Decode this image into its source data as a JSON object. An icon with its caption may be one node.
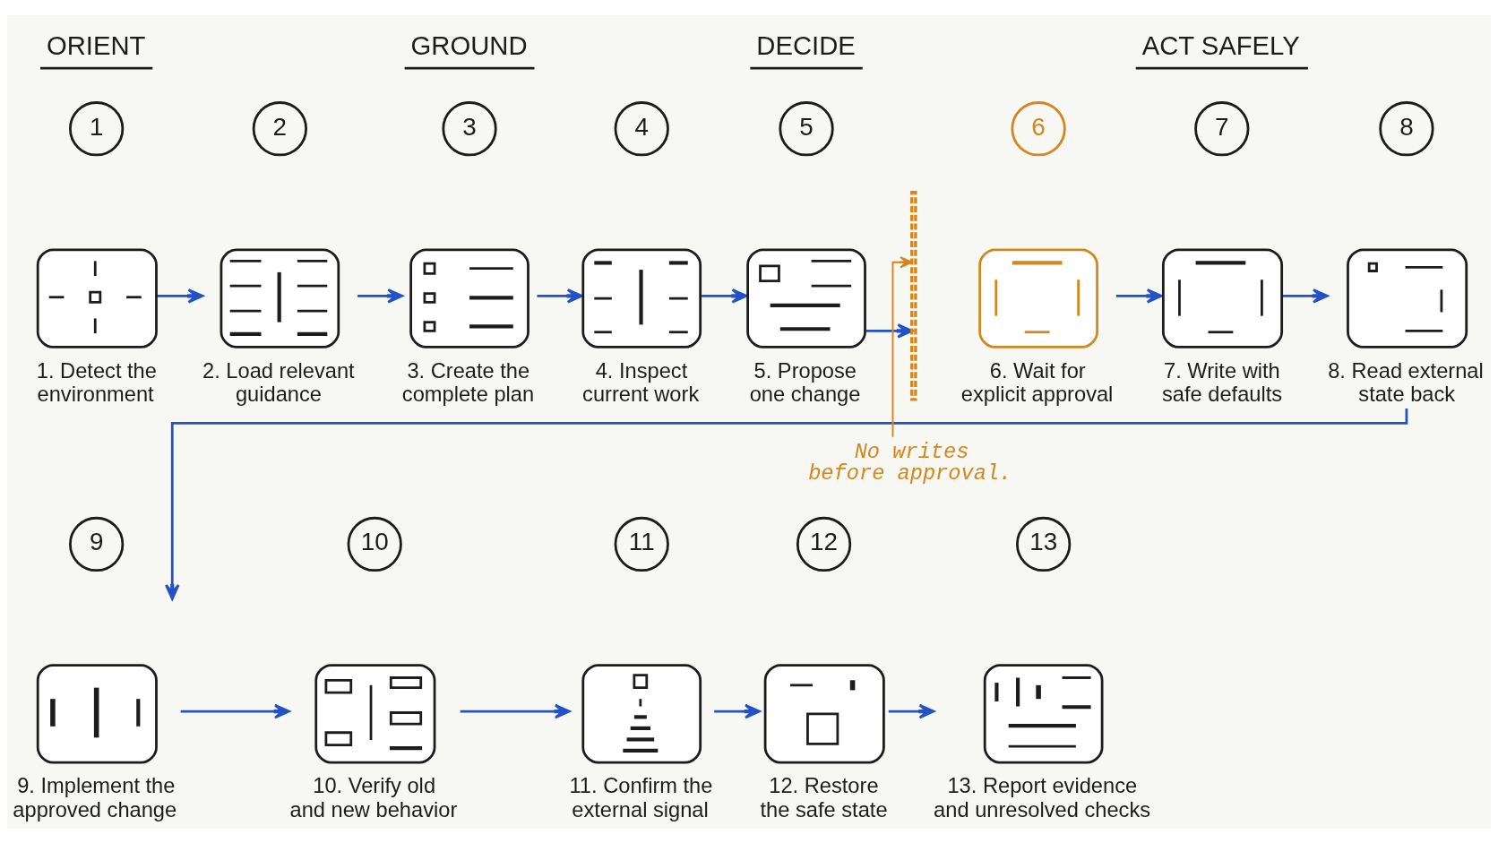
{
  "diagram": {
    "nodes": [
      {
        "text": [
          "1"
        ]
      },
      {
        "text": [],
        "shape": "picture",
        "beside": [
          "1. Detect the environment"
        ]
      },
      {
        "text": [
          "2"
        ]
      },
      {
        "text": [],
        "shape": "picture",
        "beside": [
          "2. Load relevant guidance"
        ]
      },
      {
        "text": [
          "3"
        ]
      },
      {
        "text": [],
        "shape": "picture",
        "beside": [
          "3. Create the complete plan"
        ]
      },
      {
        "text": [
          "4"
        ]
      },
      {
        "text": [],
        "shape": "picture",
        "beside": [
          "4. Inspect current work"
        ]
      },
      {
        "text": [
          "5"
        ]
      },
      {
        "text": [],
        "shape": "picture",
        "beside": [
          "5. Propose one change"
        ]
      },
      {
        "text": [],
        "shape": "bar"
      },
      {
        "text": [
          "6"
        ]
      },
      {
        "text": [],
        "shape": "picture",
        "beside": [
          "6. Wait for explicit approval"
        ]
      },
      {
        "text": [
          "7"
        ]
      },
      {
        "text": [],
        "shape": "picture",
        "beside": [
          "7. Write with safe defaults"
        ]
      },
      {
        "text": [
          "8"
        ]
      },
      {
        "text": [],
        "shape": "picture",
        "beside": [
          "8. Read external state back"
        ]
      },
      {
        "text": [
          "No writes before approval."
        ]
      },
      {
        "text": [
          "9"
        ]
      },
      {
        "text": [],
        "shape": "picture",
        "beside": [
          "9. Implement the approved change"
        ]
      },
      {
        "text": [
          "10"
        ]
      },
      {
        "text": [],
        "shape": "picture",
        "beside": [
          "10. Verify old and new behavior"
        ]
      },
      {
        "text": [
          "11"
        ]
      },
      {
        "text": [],
        "shape": "picture",
        "beside": [
          "11. Confirm the external signal"
        ]
      },
      {
        "text": [
          "12"
        ]
      },
      {
        "text": [],
        "shape": "picture",
        "beside": [
          "12. Restore the safe state"
        ]
      },
      {
        "text": [
          "13"
        ]
      },
      {
        "text": [],
        "shape": "picture",
        "beside": [
          "13. Report evidence and unresolved checks"
        ]
      }
    ],
    "edges": [
      {
        "from": 1,
        "to": 3,
        "arrow": "to"
      },
      {
        "from": 3,
        "to": 5,
        "arrow": "to"
      },
      {
        "from": 5,
        "to": 7,
        "arrow": "to"
      },
      {
        "from": 7,
        "to": 9,
        "arrow": "to"
      },
      {
        "from": 9,
        "to": 10,
        "arrow": "to"
      },
      {
        "from": 12,
        "to": 14,
        "arrow": "to"
      },
      {
        "from": 14,
        "to": 16,
        "arrow": "to"
      },
      {
        "from": 16,
        "to": 19,
        "arrow": "to"
      },
      {
        "from": 19,
        "to": 21,
        "arrow": "to"
      },
      {
        "from": 21,
        "to": 23,
        "arrow": "to"
      },
      {
        "from": 23,
        "to": 25,
        "arrow": "to"
      },
      {
        "from": 25,
        "to": 27,
        "arrow": "to"
      },
      {
        "from": 17,
        "to": 10,
        "arrow": "to",
        "color": "#d3871d"
      }
    ],
    "labels": [
      "ORIENT",
      "GROUND",
      "DECIDE",
      "ACT SAFELY"
    ]
  }
}
